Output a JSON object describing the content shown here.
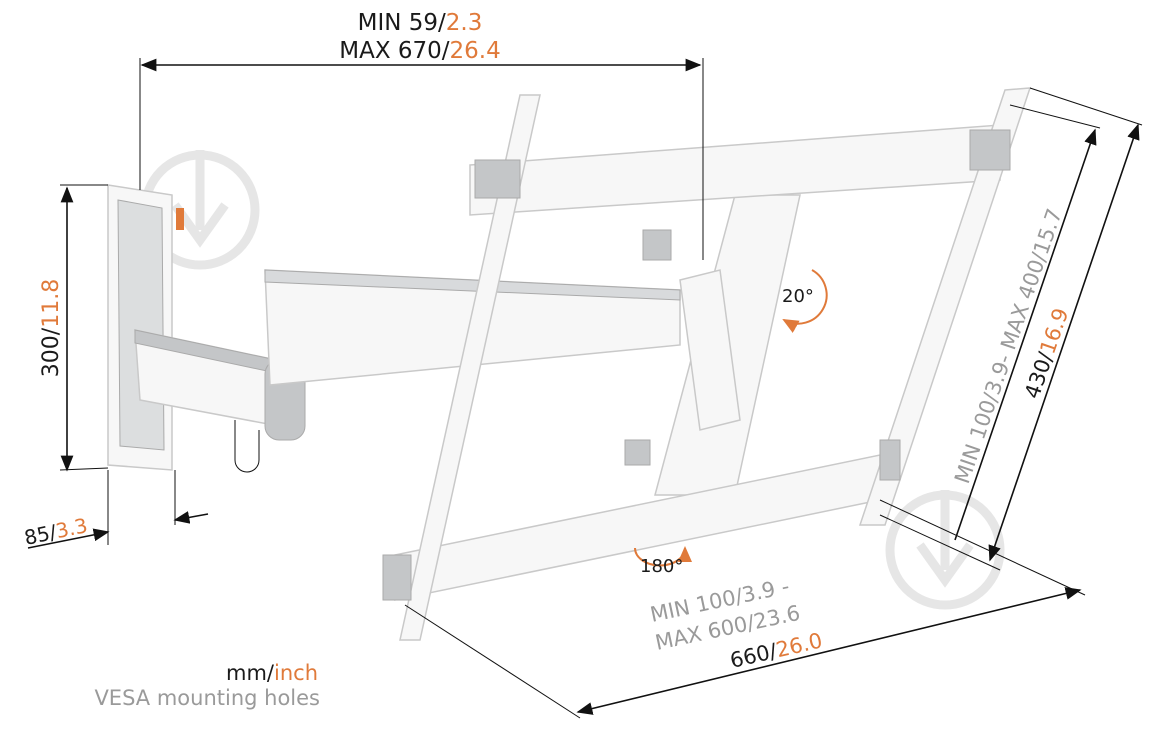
{
  "dimensions": {
    "arm_reach": {
      "min_mm": "MIN 59/",
      "min_in": "2.3",
      "max_mm": "MAX 670/",
      "max_in": "26.4"
    },
    "wall_plate_height": {
      "mm": "300/",
      "in": "11.8"
    },
    "wall_plate_depth": {
      "mm": "85/",
      "in": "3.3"
    },
    "tilt": "20°",
    "rotation": "180°",
    "vesa_horizontal": {
      "line1": "MIN 100/3.9 -",
      "line2": "MAX 600/23.6"
    },
    "frame_width": {
      "mm": "660/",
      "in": "26.0"
    },
    "vesa_vertical": "MIN 100/3.9- MAX 400/15.7",
    "frame_height": {
      "mm": "430/",
      "in": "16.9"
    }
  },
  "legend": {
    "unit_mm": "mm/",
    "unit_inch": "inch",
    "vesa_note": "VESA mounting holes"
  },
  "colors": {
    "mm_text": "#1a1a1a",
    "inch_text": "#e07a3a",
    "vesa_text": "#9a9a9a"
  },
  "icons": [
    "drop-down-arrow-watermark-icon",
    "tilt-arrow-icon",
    "rotation-arrow-icon"
  ]
}
